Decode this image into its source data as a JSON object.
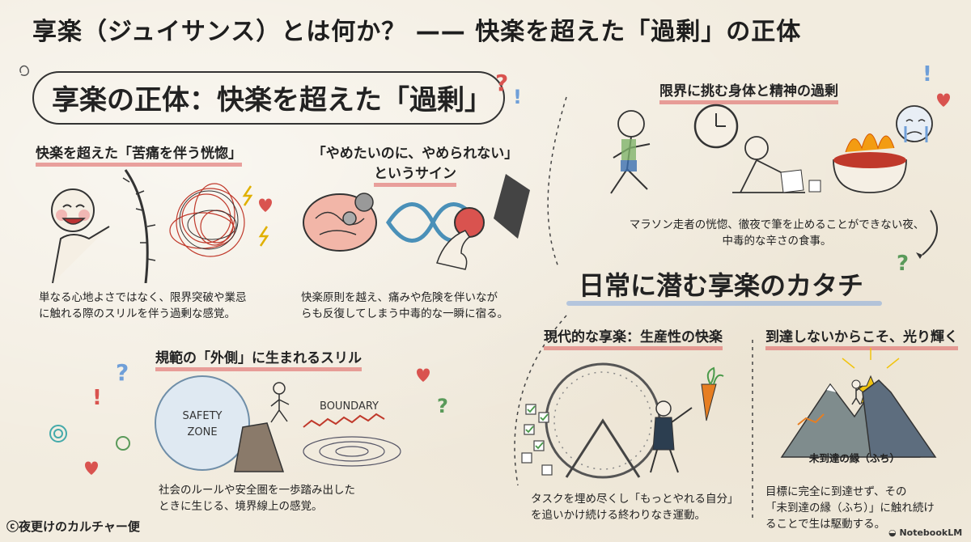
{
  "title": "享楽（ジュイサンス）とは何か？ —— 快楽を超えた「過剰」の正体",
  "section1": {
    "banner": "享楽の正体：快楽を超えた「過剰」",
    "cards": [
      {
        "heading": "快楽を超えた「苦痛を伴う恍惚」",
        "body_line1": "単なる心地よさではなく、限界突破や業忌",
        "body_line2": "に触れる際のスリルを伴う過剰な感覚。"
      },
      {
        "heading_line1": "「やめたいのに、やめられない」",
        "heading_line2": "というサイン",
        "body_line1": "快楽原則を越え、痛みや危険を伴いなが",
        "body_line2": "らも反復してしまう中毒的な一瞬に宿る。"
      },
      {
        "heading": "規範の「外側」に生まれるスリル",
        "body_line1": "社会のルールや安全圏を一歩踏み出した",
        "body_line2": "ときに生じる、境界線上の感覚。"
      }
    ],
    "safety_zone_line1": "SAFETY",
    "safety_zone_line2": "ZONE",
    "boundary": "BOUNDARY"
  },
  "limits": {
    "heading": "限界に挑む身体と精神の過剰",
    "caption_line1": "マラソン走者の恍惚、徹夜で筆を止めることができない夜、",
    "caption_line2": "中毒的な辛さの食事。"
  },
  "section2": {
    "banner": "日常に潜む享楽のカタチ",
    "cards": [
      {
        "heading": "現代的な享楽：生産性の快楽",
        "body_line1": "タスクを埋め尽くし「もっとやれる自分」",
        "body_line2": "を追いかけ続ける終わりなき運動。"
      },
      {
        "heading": "到達しないからこそ、光り輝く",
        "peak_label": "未到達の縁（ふち）",
        "body_line1": "目標に完全に到達せず、その",
        "body_line2": "「未到達の縁（ふち）」に触れ続け",
        "body_line3": "ることで生は駆動する。"
      }
    ]
  },
  "footer": {
    "credit": "ⓒ夜更けのカルチャー便",
    "brand": "NotebookLM"
  },
  "colors": {
    "accent_red": "#d9534f",
    "accent_blue": "#6f9fd8",
    "ink": "#222222",
    "paper": "#f2ecdf"
  }
}
